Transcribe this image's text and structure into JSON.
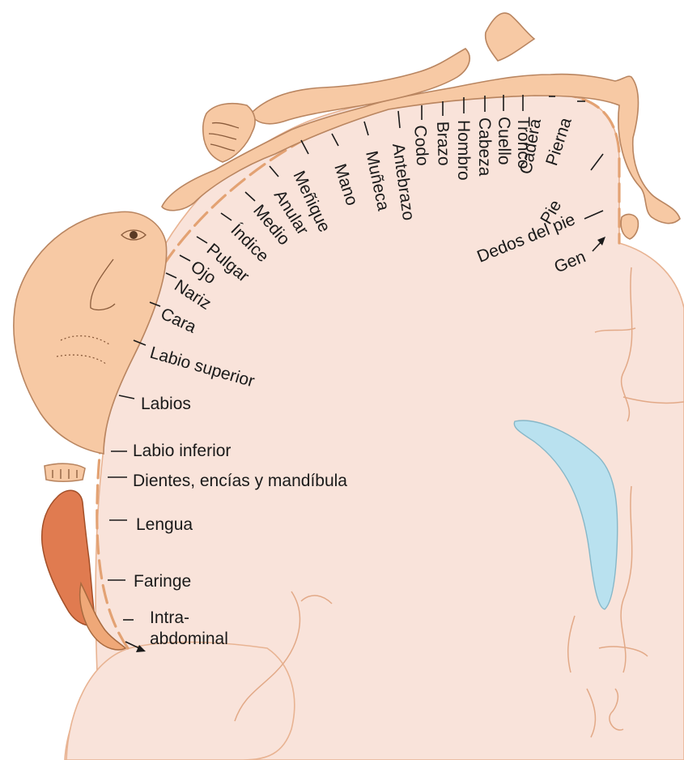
{
  "labels": {
    "menique": "Meñique",
    "mano": "Mano",
    "muneca": "Muñeca",
    "antebrazo": "Antebrazo",
    "codo": "Codo",
    "brazo": "Brazo",
    "hombro": "Hombro",
    "cabeza": "Cabeza",
    "cuello": "Cuello",
    "tronco": "Tronco",
    "cadera": "Cadera",
    "pierna": "Pierna",
    "pie": "Pie",
    "dedos_pie": "Dedos del pie",
    "gen": "Gen",
    "anular": "Anular",
    "medio": "Medio",
    "indice": "Índice",
    "pulgar": "Pulgar",
    "ojo": "Ojo",
    "nariz": "Nariz",
    "cara": "Cara",
    "labio_superior": "Labio superior",
    "labios": "Labios",
    "labio_inferior": "Labio inferior",
    "dientes": "Dientes, encías y mandíbula",
    "lengua": "Lengua",
    "faringe": "Faringe",
    "intra_1": "Intra-",
    "intra_2": "abdominal"
  },
  "colors": {
    "brain_fill": "#f9e3da",
    "cortex_line": "#e3a273",
    "skin": "#f7c9a4",
    "tongue": "#e07b50",
    "ventricle": "#b9e1ef"
  }
}
